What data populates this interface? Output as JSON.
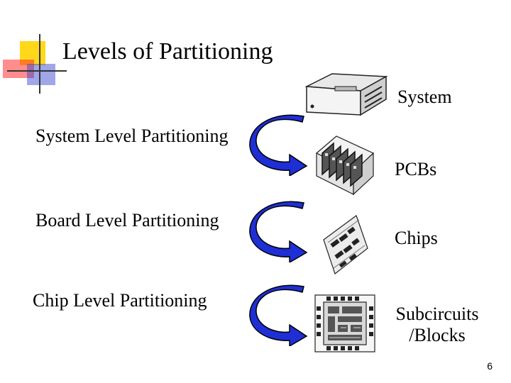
{
  "slide": {
    "title": "Levels of Partitioning",
    "page_number": "6"
  },
  "levels": [
    {
      "partitioning_label": "System Level Partitioning"
    },
    {
      "partitioning_label": "Board Level Partitioning"
    },
    {
      "partitioning_label": "Chip Level Partitioning"
    }
  ],
  "components": [
    {
      "label": "System",
      "icon": "system-box-icon"
    },
    {
      "label": "PCBs",
      "icon": "pcb-rack-icon"
    },
    {
      "label": "Chips",
      "icon": "chip-board-icon"
    },
    {
      "label_line1": "Subcircuits",
      "label_line2": "/Blocks",
      "icon": "ic-layout-icon"
    }
  ],
  "colors": {
    "arrow": "#1e2fd6",
    "decor_yellow": "#ffd400",
    "decor_red": "#ff3030",
    "decor_blue": "#2a3ccf"
  }
}
